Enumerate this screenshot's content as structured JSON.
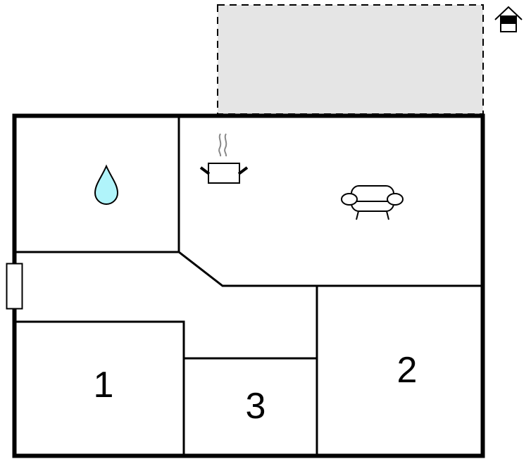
{
  "floorplan": {
    "colors": {
      "wall": "#000000",
      "terrace_fill": "#e5e5e5",
      "water_drop": "#b0f4fa",
      "steam": "#888888",
      "background": "#ffffff"
    },
    "rooms": [
      {
        "id": "bedroom-1",
        "label": "1"
      },
      {
        "id": "bedroom-2",
        "label": "2"
      },
      {
        "id": "bedroom-3",
        "label": "3"
      },
      {
        "id": "bathroom",
        "icon": "water-drop-icon"
      },
      {
        "id": "kitchen-living",
        "icons": [
          "cooking-pot-icon",
          "sofa-icon"
        ]
      },
      {
        "id": "hallway"
      },
      {
        "id": "terrace",
        "style": "dashed"
      }
    ],
    "icons": {
      "entrance": "house-entrance-icon",
      "door": "door-icon"
    }
  }
}
